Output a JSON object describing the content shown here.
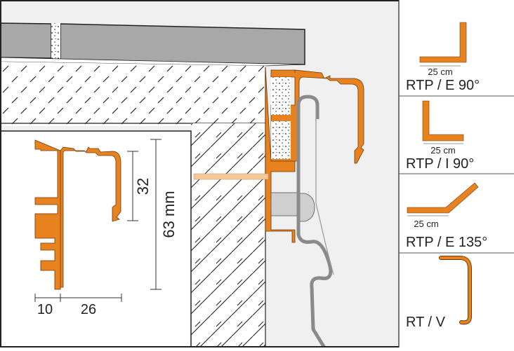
{
  "diagram": {
    "title": "Balcony edge profile cross-section",
    "colors": {
      "profile": "#e8821e",
      "profile_outline": "#6b3a0a",
      "tile": "#a8a8a8",
      "background": "#f0f0f0",
      "panel": "#ffffff",
      "gutter": "#8a8a8a",
      "dowel": "#f3c89a"
    },
    "detail": {
      "dim_height_total": "63 mm",
      "dim_height_lip": "32",
      "dim_width_left": "10",
      "dim_width_right": "26"
    },
    "legend": [
      {
        "dimension": "25 cm",
        "label": "RTP / E 90°",
        "shape": "external-corner-90"
      },
      {
        "dimension": "25 cm",
        "label": "RTP / I 90°",
        "shape": "internal-corner-90"
      },
      {
        "dimension": "25 cm",
        "label": "RTP / E 135°",
        "shape": "external-corner-135"
      },
      {
        "dimension": "",
        "label": "RT / V",
        "shape": "end-cap"
      }
    ]
  }
}
